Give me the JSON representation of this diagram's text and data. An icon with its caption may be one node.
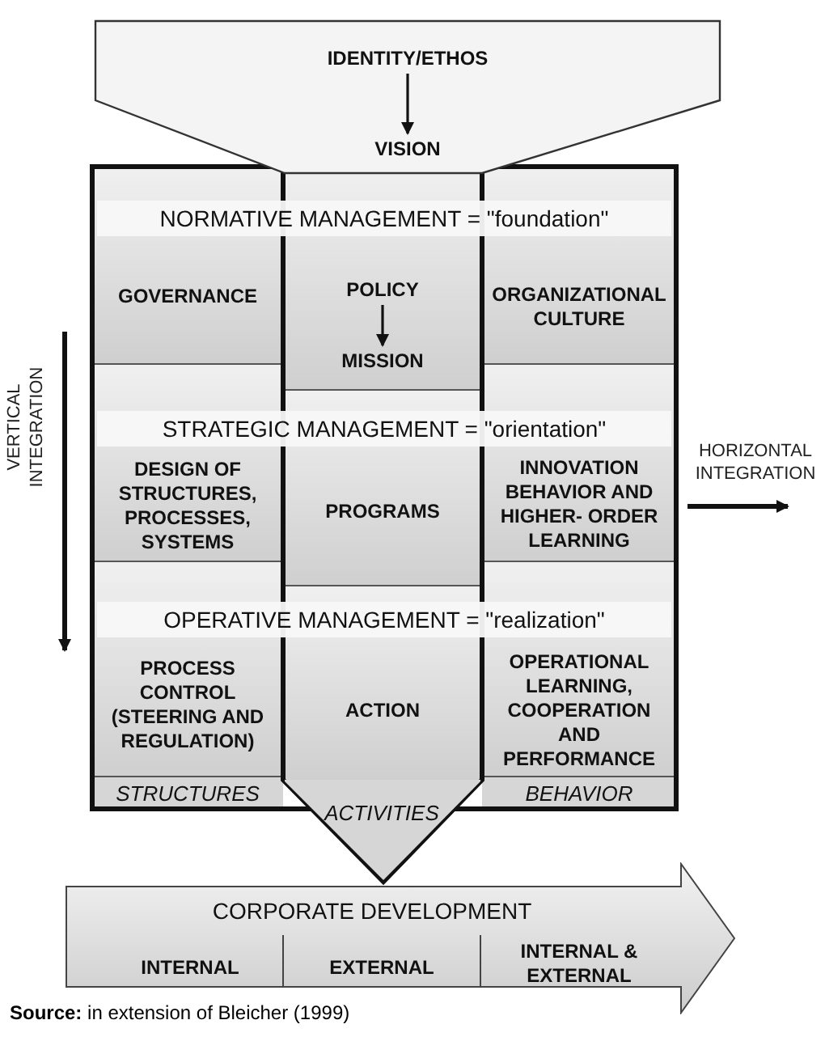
{
  "diagram": {
    "caption": "**Source:** in extension of Bleicher (1999)",
    "nodes": [
      {
        "text": [],
        "shape": "pentagon"
      },
      {
        "text": [
          "IDENTITY/ETHOS"
        ],
        "in": 0
      },
      {
        "text": [
          "VISION"
        ],
        "in": 0
      },
      {
        "text": [
          "GOVERNANCE"
        ]
      },
      {
        "text": [
          "POLICY"
        ]
      },
      {
        "text": [
          "MISSION"
        ]
      },
      {
        "text": [
          "ORGANIZATIONAL CULTURE"
        ]
      },
      {
        "text": [
          "DESIGN OF STRUCTURES, PROCESSES, SYSTEMS"
        ]
      },
      {
        "text": [
          "PROGRAMS"
        ]
      },
      {
        "text": [
          "INNOVATION BEHAVIOR AND HIGHER- ORDER LEARNING"
        ]
      },
      {
        "text": [
          "PROCESS CONTROL (STEERING AND REGULATION)"
        ]
      },
      {
        "text": [
          "ACTION"
        ]
      },
      {
        "text": [
          "OPERATIONAL LEARNING, COOPERATION AND PERFORMANCE"
        ]
      },
      {
        "text": [
          "STRUCTURES"
        ]
      },
      {
        "text": [
          "ACTIVITIES"
        ]
      },
      {
        "text": [
          "BEHAVIOR"
        ]
      },
      {
        "text": [
          "CORPORATE DEVELOPMENT"
        ]
      },
      {
        "text": [
          "INTERNAL"
        ],
        "in": 16
      },
      {
        "text": [
          "EXTERNAL"
        ],
        "in": 16
      },
      {
        "text": [
          "INTERNAL & EXTERNAL"
        ],
        "in": 16
      }
    ],
    "edges": [
      {
        "from": 1,
        "to": 2,
        "arrow": "to"
      },
      {
        "from": 4,
        "to": 5,
        "arrow": "to"
      }
    ],
    "labels": [
      "NORMATIVE MANAGEMENT = \"foundation\"",
      "STRATEGIC MANAGEMENT = \"orientation\"",
      "OPERATIVE MANAGEMENT = \"realization\"",
      "VERTICAL INTEGRATION",
      "HORIZONTAL INTEGRATION"
    ]
  }
}
